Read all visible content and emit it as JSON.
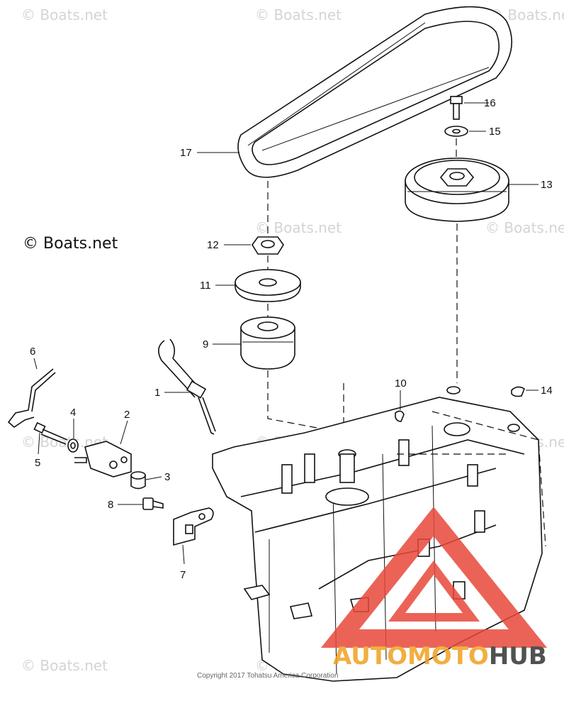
{
  "watermark_text": "© Boats.net",
  "copyright_main": "© Boats.net",
  "footer_text": "Copyright 2017 Tohatsu America Corporation",
  "logo": {
    "part_a": "AUTOMOTO",
    "part_b": "HUB",
    "color_a": "#f0a020",
    "color_b": "#333333",
    "triangle_color": "#e8483a"
  },
  "callouts": {
    "c1": "1",
    "c2": "2",
    "c3": "3",
    "c4": "4",
    "c5": "5",
    "c6": "6",
    "c7": "7",
    "c8": "8",
    "c9": "9",
    "c10": "10",
    "c11": "11",
    "c12": "12",
    "c13": "13",
    "c14": "14",
    "c15": "15",
    "c16": "16",
    "c17": "17"
  }
}
